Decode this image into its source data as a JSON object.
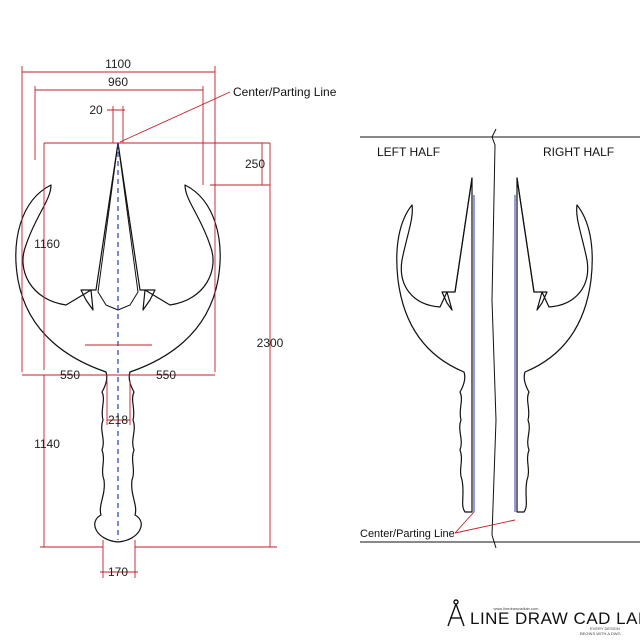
{
  "callouts": {
    "center_parting_line_top": "Center/Parting Line",
    "center_parting_line_bottom": "Center/Parting Line"
  },
  "dimensions": {
    "overall_width": "1100",
    "inner_width": "960",
    "tip_width": "20",
    "outer_tip_drop": "250",
    "head_height": "1160",
    "total_height": "2300",
    "left_half_width": "550",
    "right_half_width": "550",
    "neck_width": "218",
    "handle_height": "1140",
    "handle_end_width": "170"
  },
  "halves": {
    "left_label": "LEFT HALF",
    "right_label": "RIGHT HALF"
  },
  "logo": {
    "website": "www.linedrawcadlab.com",
    "name": "LINE DRAW CAD LAB",
    "tagline_1": "EVERY DESIGN",
    "tagline_2": "BEGINS WITH A DWG"
  },
  "colors": {
    "dimension": "#c0202a",
    "center_line": "#2a3ea8",
    "outline": "#111111"
  }
}
